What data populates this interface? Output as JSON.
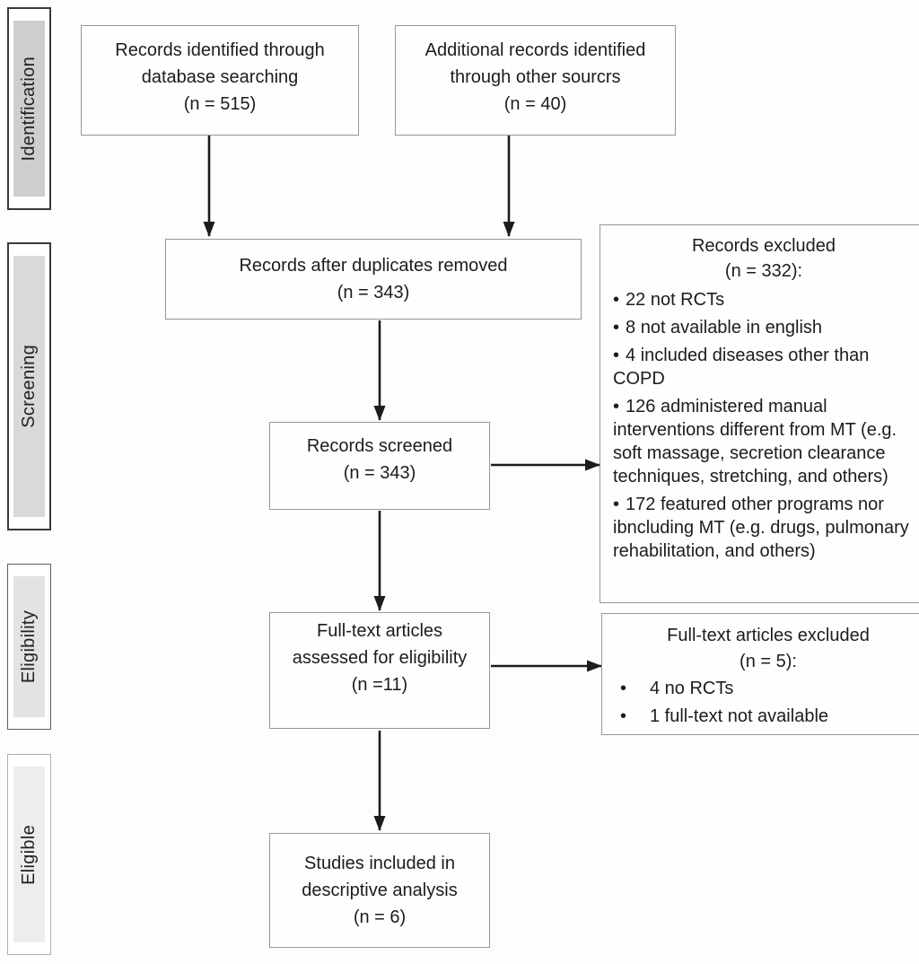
{
  "figure": {
    "kind": "PRISMA flow diagram"
  },
  "stages": [
    {
      "label": "Identification",
      "fill": "#cecece",
      "border": "#3a3a3a",
      "border_w": "2px"
    },
    {
      "label": "Screening",
      "fill": "#d9d9d9",
      "border": "#3a3a3a",
      "border_w": "2px"
    },
    {
      "label": "Eligibility",
      "fill": "#e3e3e3",
      "border": "#5f5f5f",
      "border_w": "1.5px"
    },
    {
      "label": "Eligible",
      "fill": "#ededed",
      "border": "#b0b0b0",
      "border_w": "1px"
    }
  ],
  "boxes": {
    "identified": {
      "lines": [
        "Records identified through",
        "database searching",
        "(n = 515)"
      ]
    },
    "additional": {
      "lines": [
        "Additional records identified",
        "through other sourcrs",
        "(n = 40)"
      ]
    },
    "duplicates": {
      "lines": [
        "Records after duplicates removed",
        "(n = 343)"
      ]
    },
    "screened": {
      "lines": [
        "Records screened",
        "(n = 343)"
      ]
    },
    "fulltext": {
      "lines": [
        "Full-text articles",
        "assessed for eligibility",
        "(n =11)"
      ]
    },
    "included": {
      "lines": [
        "Studies included in",
        "descriptive analysis",
        "(n = 6)"
      ]
    },
    "records_excluded": {
      "title_lines": [
        "Records excluded",
        "(n = 332):"
      ],
      "bullets": [
        {
          "bullet": "•",
          "text": "22 not RCTs"
        },
        {
          "bullet": "•",
          "text": "8 not available in english"
        },
        {
          "bullet": "•",
          "text": "4 included diseases other than COPD"
        },
        {
          "bullet": "•",
          "text": "126 administered manual interventions different from MT (e.g. soft massage, secretion clearance techniques, stretching, and others)"
        },
        {
          "bullet": "•",
          "text": "172 featured other programs nor ibncluding MT (e.g. drugs, pulmonary rehabilitation, and others)"
        }
      ]
    },
    "fulltext_excluded": {
      "title_lines": [
        "Full-text articles excluded",
        "(n = 5):"
      ],
      "bullets": [
        {
          "bullet": "•",
          "text": "4 no RCTs"
        },
        {
          "bullet": "•",
          "text": "1 full-text not available"
        }
      ]
    }
  },
  "colors": {
    "arrow": "#1c1c1c",
    "flow_box_border": "#979797",
    "text": "#1c1c1c",
    "background": "#fdfdfd"
  }
}
